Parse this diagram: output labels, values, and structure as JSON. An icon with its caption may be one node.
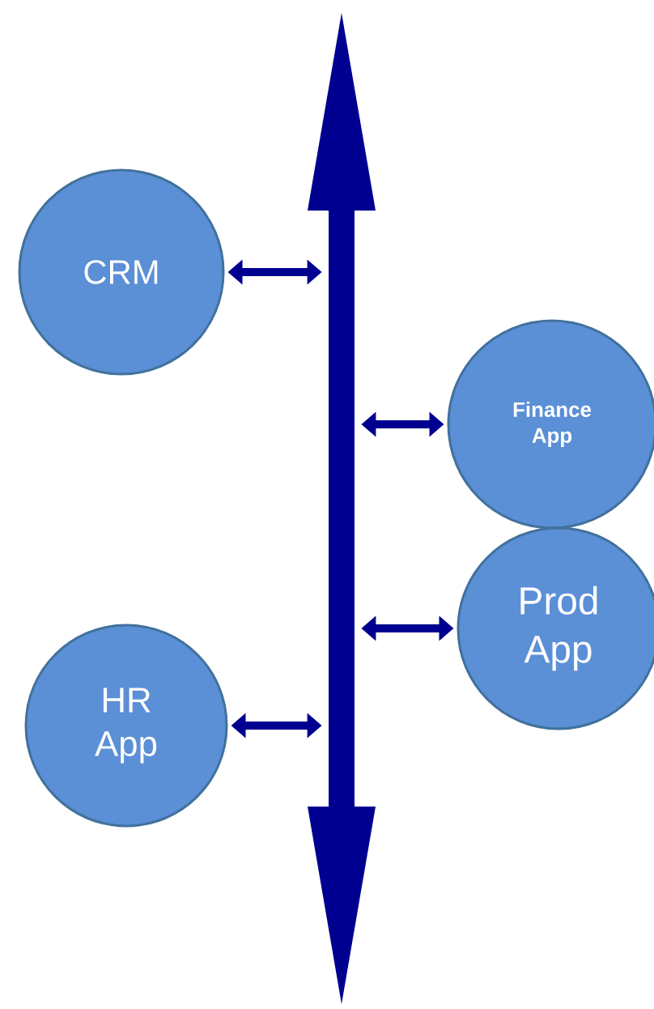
{
  "diagram": {
    "nodes": [
      {
        "text": [
          "CRM"
        ]
      },
      {
        "text": [
          "Finance App"
        ]
      },
      {
        "text": [
          "Prod App"
        ]
      },
      {
        "text": [
          "HR App"
        ]
      },
      {
        "text": [],
        "shape": "bar"
      }
    ],
    "edges": [
      {
        "from": 0,
        "to": 4,
        "arrow": "both"
      },
      {
        "from": 1,
        "to": 4,
        "arrow": "both"
      },
      {
        "from": 2,
        "to": 4,
        "arrow": "both"
      },
      {
        "from": 3,
        "to": 4,
        "arrow": "both"
      }
    ]
  }
}
